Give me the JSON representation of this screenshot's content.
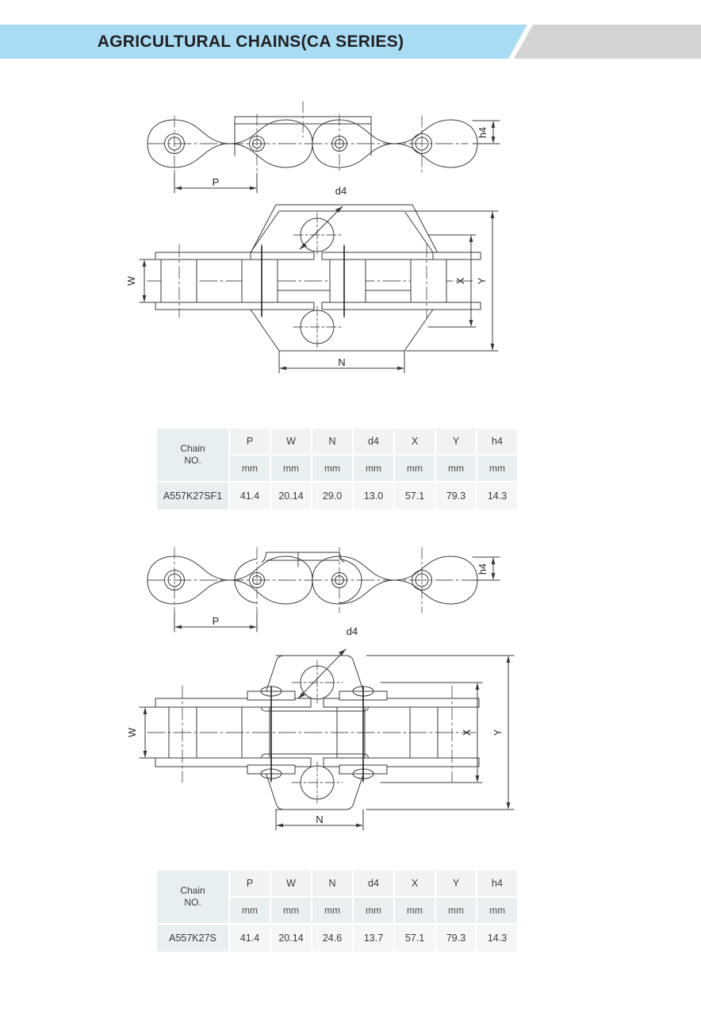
{
  "header": {
    "title": "AGRICULTURAL CHAINS(CA SERIES)",
    "banner_blue": "#a8dcf5",
    "banner_grey": "#d4d4d4"
  },
  "figures": [
    {
      "id": "figure-1",
      "name": "chain-drawing-A557K27SF1",
      "side_view_labels": {
        "pitch": "P",
        "height": "h4"
      },
      "plan_view_labels": {
        "width": "W",
        "attachment": "N",
        "hole": "d4",
        "inner": "X",
        "outer": "Y"
      }
    },
    {
      "id": "figure-2",
      "name": "chain-drawing-A557K27S",
      "side_view_labels": {
        "pitch": "P",
        "height": "h4"
      },
      "plan_view_labels": {
        "width": "W",
        "attachment": "N",
        "hole": "d4",
        "inner": "X",
        "outer": "Y"
      }
    }
  ],
  "tables": [
    {
      "name": "spec-table-1",
      "row_header_label_line1": "Chain",
      "row_header_label_line2": "NO.",
      "columns": [
        "P",
        "W",
        "N",
        "d4",
        "X",
        "Y",
        "h4"
      ],
      "units": [
        "mm",
        "mm",
        "mm",
        "mm",
        "mm",
        "mm",
        "mm"
      ],
      "rows": [
        {
          "chain_no": "A557K27SF1",
          "values": [
            "41.4",
            "20.14",
            "29.0",
            "13.0",
            "57.1",
            "79.3",
            "14.3"
          ]
        }
      ]
    },
    {
      "name": "spec-table-2",
      "row_header_label_line1": "Chain",
      "row_header_label_line2": "NO.",
      "columns": [
        "P",
        "W",
        "N",
        "d4",
        "X",
        "Y",
        "h4"
      ],
      "units": [
        "mm",
        "mm",
        "mm",
        "mm",
        "mm",
        "mm",
        "mm"
      ],
      "rows": [
        {
          "chain_no": "A557K27S",
          "values": [
            "41.4",
            "20.14",
            "24.6",
            "13.7",
            "57.1",
            "79.3",
            "14.3"
          ]
        }
      ]
    }
  ],
  "chart_data": {
    "type": "table",
    "title": "AGRICULTURAL CHAINS(CA SERIES)",
    "columns": [
      "Chain NO.",
      "P",
      "W",
      "N",
      "d4",
      "X",
      "Y",
      "h4"
    ],
    "units": [
      "",
      "mm",
      "mm",
      "mm",
      "mm",
      "mm",
      "mm",
      "mm"
    ],
    "rows": [
      [
        "A557K27SF1",
        41.4,
        20.14,
        29.0,
        13.0,
        57.1,
        79.3,
        14.3
      ],
      [
        "A557K27S",
        41.4,
        20.14,
        24.6,
        13.7,
        57.1,
        79.3,
        14.3
      ]
    ]
  }
}
